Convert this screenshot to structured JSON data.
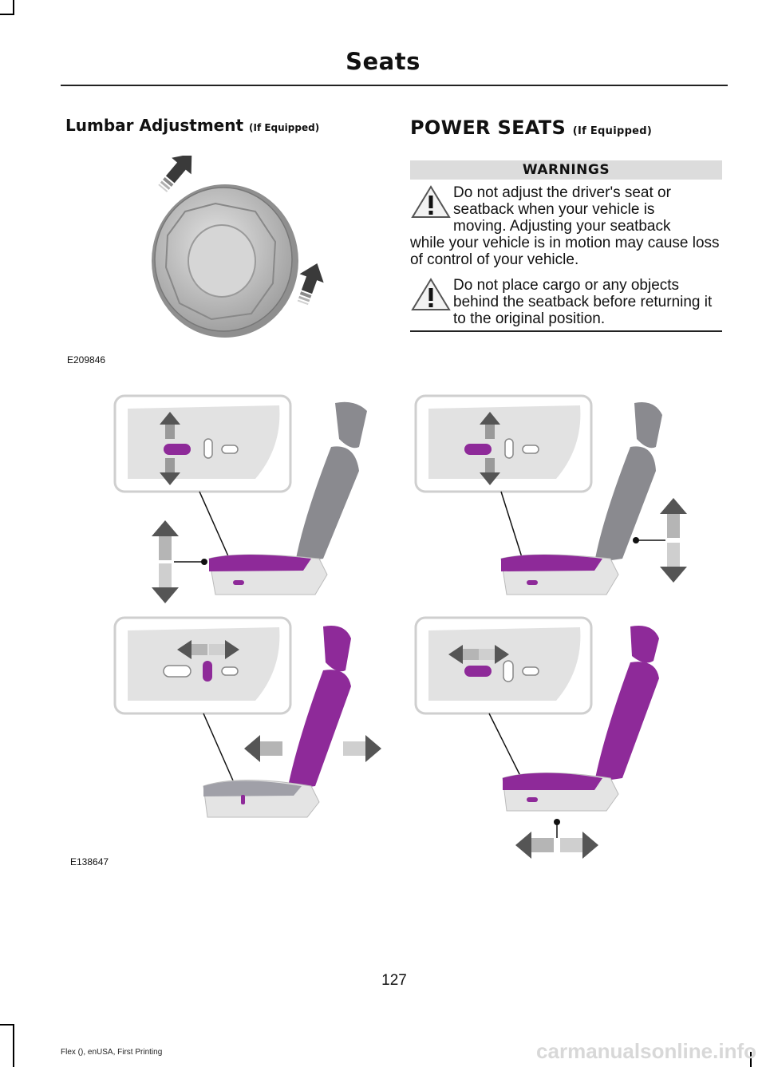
{
  "header": {
    "title": "Seats"
  },
  "left": {
    "heading": "Lumbar Adjustment",
    "note": "(If Equipped)",
    "figure_code": "E209846"
  },
  "right": {
    "heading": "POWER SEATS",
    "note": "(If Equipped)",
    "warnings_title": "WARNINGS",
    "warning1_indent": "Do not adjust the driver's seat or seatback when your vehicle is moving. Adjusting your seatback",
    "warning1_rest": "while your vehicle is in motion may cause loss of control of your vehicle.",
    "warning2": "Do not place cargo or any objects behind the seatback before returning it to the original position."
  },
  "figure2": {
    "code": "E138647"
  },
  "footer": {
    "page_number": "127",
    "edition": "Flex (), enUSA, First Printing"
  },
  "watermark": "carmanualsonline.info",
  "colors": {
    "accent": "#8e2a99",
    "seat_gray": "#8a8a8f",
    "panel_gray": "#d9d9d9"
  }
}
